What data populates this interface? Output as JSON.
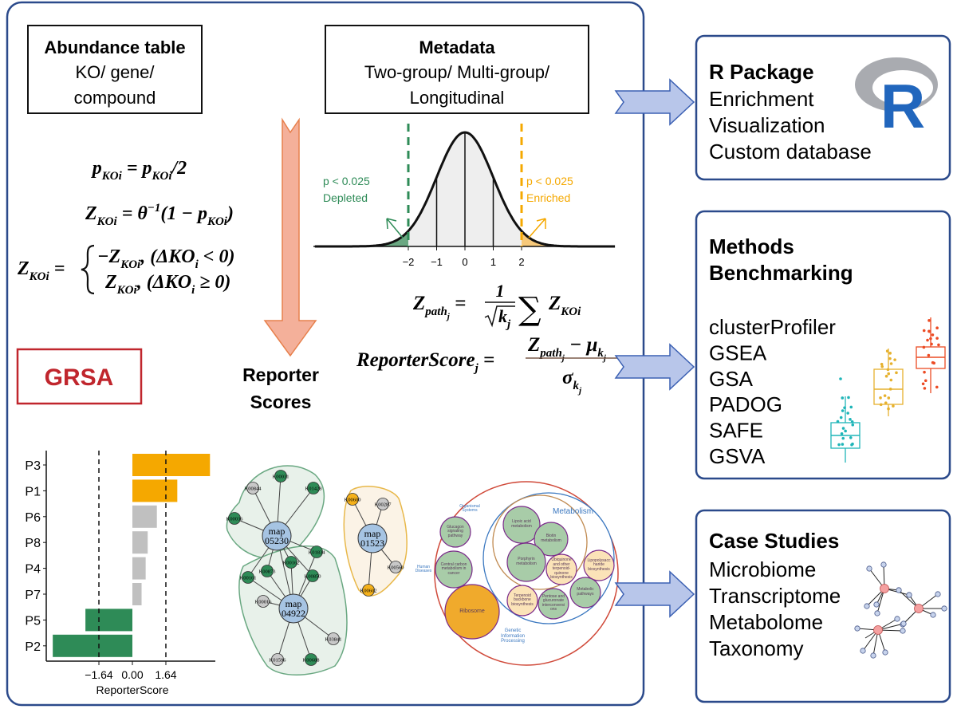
{
  "colors": {
    "panel_border": "#2b4a8b",
    "orange_arrow": "#f4b09a",
    "orange_arrow_stroke": "#e7804c",
    "blue_arrow": "#b8c6ea",
    "blue_arrow_stroke": "#3b60b3",
    "enriched": "#f5a800",
    "depleted": "#2e8b57",
    "neutral": "#c0c0c0",
    "grsa": "#c0262d"
  },
  "abundance_box": {
    "title": "Abundance table",
    "line1": "KO/ gene/",
    "line2": "compound"
  },
  "metadata_box": {
    "title": "Metadata",
    "line1": "Two-group/ Multi-group/",
    "line2": "Longitudinal"
  },
  "formulas": {
    "f1": [
      [
        "p",
        ""
      ],
      [
        "KOi",
        "sub"
      ],
      [
        " = p",
        ""
      ],
      [
        "KOi",
        "sub"
      ],
      [
        "/2",
        ""
      ]
    ],
    "f2": [
      [
        "Z",
        ""
      ],
      [
        "KOi",
        "sub"
      ],
      [
        " = θ",
        ""
      ],
      [
        "−1",
        "sup"
      ],
      [
        "(1 − p",
        ""
      ],
      [
        "KOi",
        "sub"
      ],
      [
        ")",
        ""
      ]
    ],
    "f3_lhs": [
      [
        "Z",
        ""
      ],
      [
        "KOi",
        "sub"
      ],
      [
        " =",
        ""
      ]
    ],
    "f3_row1": [
      [
        "−Z",
        ""
      ],
      [
        "KOi",
        "sub"
      ],
      [
        ",   (ΔKO",
        ""
      ],
      [
        "i",
        "sub"
      ],
      [
        " < 0)",
        ""
      ]
    ],
    "f3_row2": [
      [
        "Z",
        ""
      ],
      [
        "KOi",
        "sub"
      ],
      [
        ",   (ΔKO",
        ""
      ],
      [
        "i",
        "sub"
      ],
      [
        " ≥ 0)",
        ""
      ]
    ],
    "zpath_lhs": [
      [
        "Z",
        ""
      ],
      [
        "path",
        "sub"
      ],
      [
        "j",
        "sub2"
      ],
      [
        " =",
        ""
      ]
    ],
    "zpath_num": "1",
    "zpath_den": [
      [
        "k",
        ""
      ],
      [
        "j",
        "sub"
      ]
    ],
    "zpath_sum": "∑",
    "zpath_rhs": [
      [
        "Z",
        ""
      ],
      [
        "KOi",
        "sub"
      ]
    ],
    "rs_lhs": [
      [
        "ReporterScore",
        ""
      ],
      [
        "j",
        "sub"
      ],
      [
        " =",
        ""
      ]
    ],
    "rs_num": [
      [
        "Z",
        ""
      ],
      [
        "path",
        "sub"
      ],
      [
        "j",
        "sub2"
      ],
      [
        " − μ",
        ""
      ],
      [
        "k",
        "sub"
      ],
      [
        "j",
        "sub2"
      ]
    ],
    "rs_den": [
      [
        "σ",
        ""
      ],
      [
        "k",
        "sub"
      ],
      [
        "j",
        "sub2"
      ]
    ]
  },
  "normal_curve": {
    "ticks": [
      "−2",
      "−1",
      "0",
      "1",
      "2"
    ],
    "left_label": {
      "p": "p < 0.025",
      "text": "Depleted"
    },
    "right_label": {
      "p": "p < 0.025",
      "text": "Enriched"
    }
  },
  "reporter_scores_label": {
    "line1": "Reporter",
    "line2": "Scores"
  },
  "grsa_label": "GRSA",
  "chart_data": {
    "type": "bar",
    "orientation": "horizontal",
    "categories": [
      "P3",
      "P1",
      "P6",
      "P8",
      "P4",
      "P7",
      "P5",
      "P2"
    ],
    "values": [
      3.8,
      2.2,
      1.2,
      0.75,
      0.65,
      0.45,
      -2.3,
      -3.9
    ],
    "bar_colors": [
      "#f5a800",
      "#f5a800",
      "#c0c0c0",
      "#c0c0c0",
      "#c0c0c0",
      "#c0c0c0",
      "#2e8b57",
      "#2e8b57"
    ],
    "thresholds": [
      -1.64,
      1.64
    ],
    "xticks": [
      "−1.64",
      "0.00",
      "1.64"
    ],
    "xlabel": "ReporterScore",
    "ylabel": "",
    "xlim": [
      -4.2,
      4.0
    ],
    "grid": false
  },
  "network": {
    "hubs": [
      {
        "line1": "map",
        "line2": "05230"
      },
      {
        "line1": "map",
        "line2": "04922"
      },
      {
        "line1": "map",
        "line2": "01523"
      }
    ],
    "nodes": [
      {
        "label": "K00031",
        "status": "depleted"
      },
      {
        "label": "K00844",
        "status": "neutral"
      },
      {
        "label": "K01428",
        "status": "depleted"
      },
      {
        "label": "K00036",
        "status": "depleted"
      },
      {
        "label": "K01834",
        "status": "depleted"
      },
      {
        "label": "K00873",
        "status": "depleted"
      },
      {
        "label": "K00162",
        "status": "depleted"
      },
      {
        "label": "K00850",
        "status": "depleted"
      },
      {
        "label": "K00161",
        "status": "depleted"
      },
      {
        "label": "K00016",
        "status": "neutral"
      },
      {
        "label": "K03841",
        "status": "neutral"
      },
      {
        "label": "K01596",
        "status": "neutral"
      },
      {
        "label": "K00688",
        "status": "depleted"
      },
      {
        "label": "K00600",
        "status": "enriched"
      },
      {
        "label": "K00287",
        "status": "neutral"
      },
      {
        "label": "K00560",
        "status": "neutral"
      },
      {
        "label": "K00602",
        "status": "enriched"
      }
    ]
  },
  "circle_pack": {
    "groups": {
      "metabolism": "Metabolism",
      "organismal": "Organismal Systems",
      "human": "Human Diseases",
      "genetic": "Genetic Information Processing"
    },
    "circles": [
      {
        "label": "Lipoic acid metabolism",
        "status": "depleted"
      },
      {
        "label": "Biotin metabolism",
        "status": "depleted"
      },
      {
        "label": "Porphyrin metabolism",
        "status": "depleted"
      },
      {
        "label": "Ubiquinone and other terpenoid-quinone biosynthesis",
        "status": "neutral"
      },
      {
        "label": "Lipopolysaccharide biosynthesis",
        "status": "neutral"
      },
      {
        "label": "Metabolic pathways",
        "status": "depleted"
      },
      {
        "label": "Pentose and glucuronate interconversions",
        "status": "depleted"
      },
      {
        "label": "Terpenoid backbone biosynthesis",
        "status": "neutral"
      },
      {
        "label": "Glucagon signaling pathway",
        "status": "depleted"
      },
      {
        "label": "Central carbon metabolism in cancer",
        "status": "depleted"
      },
      {
        "label": "Ribosome",
        "status": "enriched"
      }
    ]
  },
  "r_package": {
    "title": "R Package",
    "items": [
      "Enrichment",
      "Visualization",
      "Custom database"
    ],
    "logo_letter": "R"
  },
  "benchmarking": {
    "title1": "Methods",
    "title2": "Benchmarking",
    "items": [
      "clusterProfiler",
      "GSEA",
      "GSA",
      "PADOG",
      "SAFE",
      "GSVA"
    ],
    "box_colors": [
      "#1fb5b8",
      "#e6b12e",
      "#ec4b24"
    ]
  },
  "case_studies": {
    "title": "Case Studies",
    "items": [
      "Microbiome",
      "Transcriptome",
      "Metabolome",
      "Taxonomy"
    ]
  }
}
